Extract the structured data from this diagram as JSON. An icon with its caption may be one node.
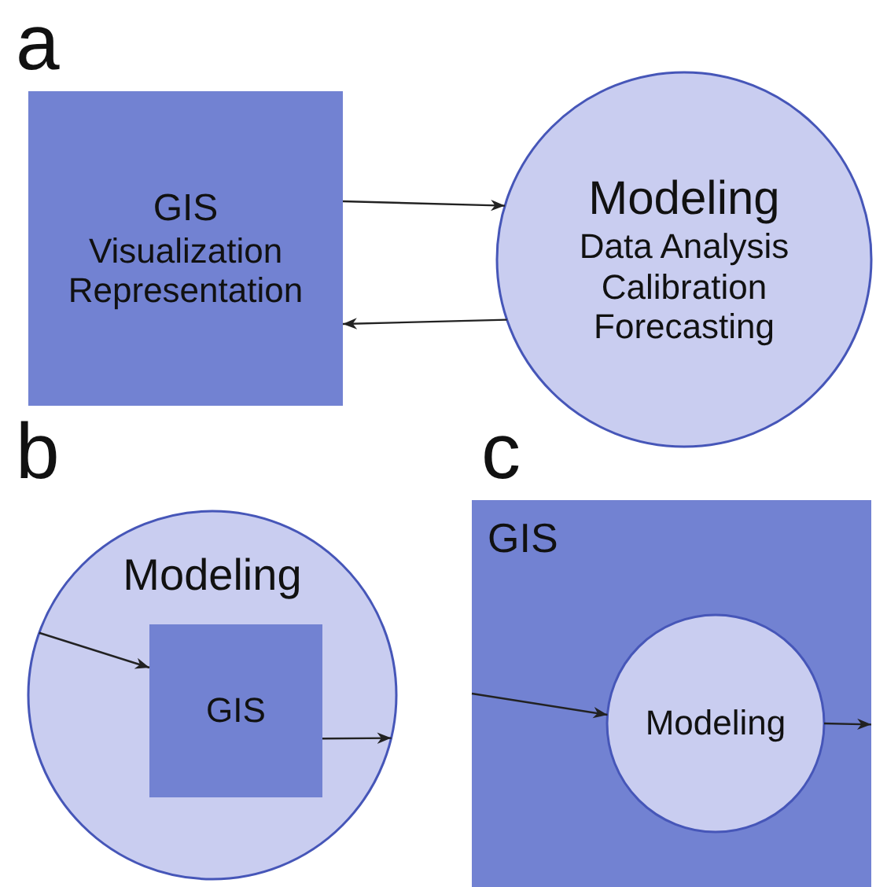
{
  "diagram": {
    "nodes": [
      {
        "text": [
          "GIS",
          "Visualization Representation"
        ]
      },
      {
        "text": [
          "Modeling",
          "Data Analysis Calibration Forecasting"
        ]
      },
      {
        "text": [
          "Modeling"
        ]
      },
      {
        "text": [
          "GIS"
        ],
        "in": 2
      },
      {
        "text": [
          "GIS"
        ]
      },
      {
        "text": [
          "Modeling"
        ],
        "in": 4
      }
    ],
    "edges": [
      {
        "from": 0,
        "to": 1,
        "arrow": "to"
      },
      {
        "from": 1,
        "to": 0,
        "arrow": "to"
      },
      {
        "from": 2,
        "to": 3,
        "arrow": "to"
      },
      {
        "from": 3,
        "to": 2,
        "arrow": "to"
      },
      {
        "from": 4,
        "to": 5,
        "arrow": "to"
      },
      {
        "from": 5,
        "to": 4,
        "arrow": "to"
      }
    ],
    "labels": [
      "a",
      "b",
      "c"
    ]
  }
}
